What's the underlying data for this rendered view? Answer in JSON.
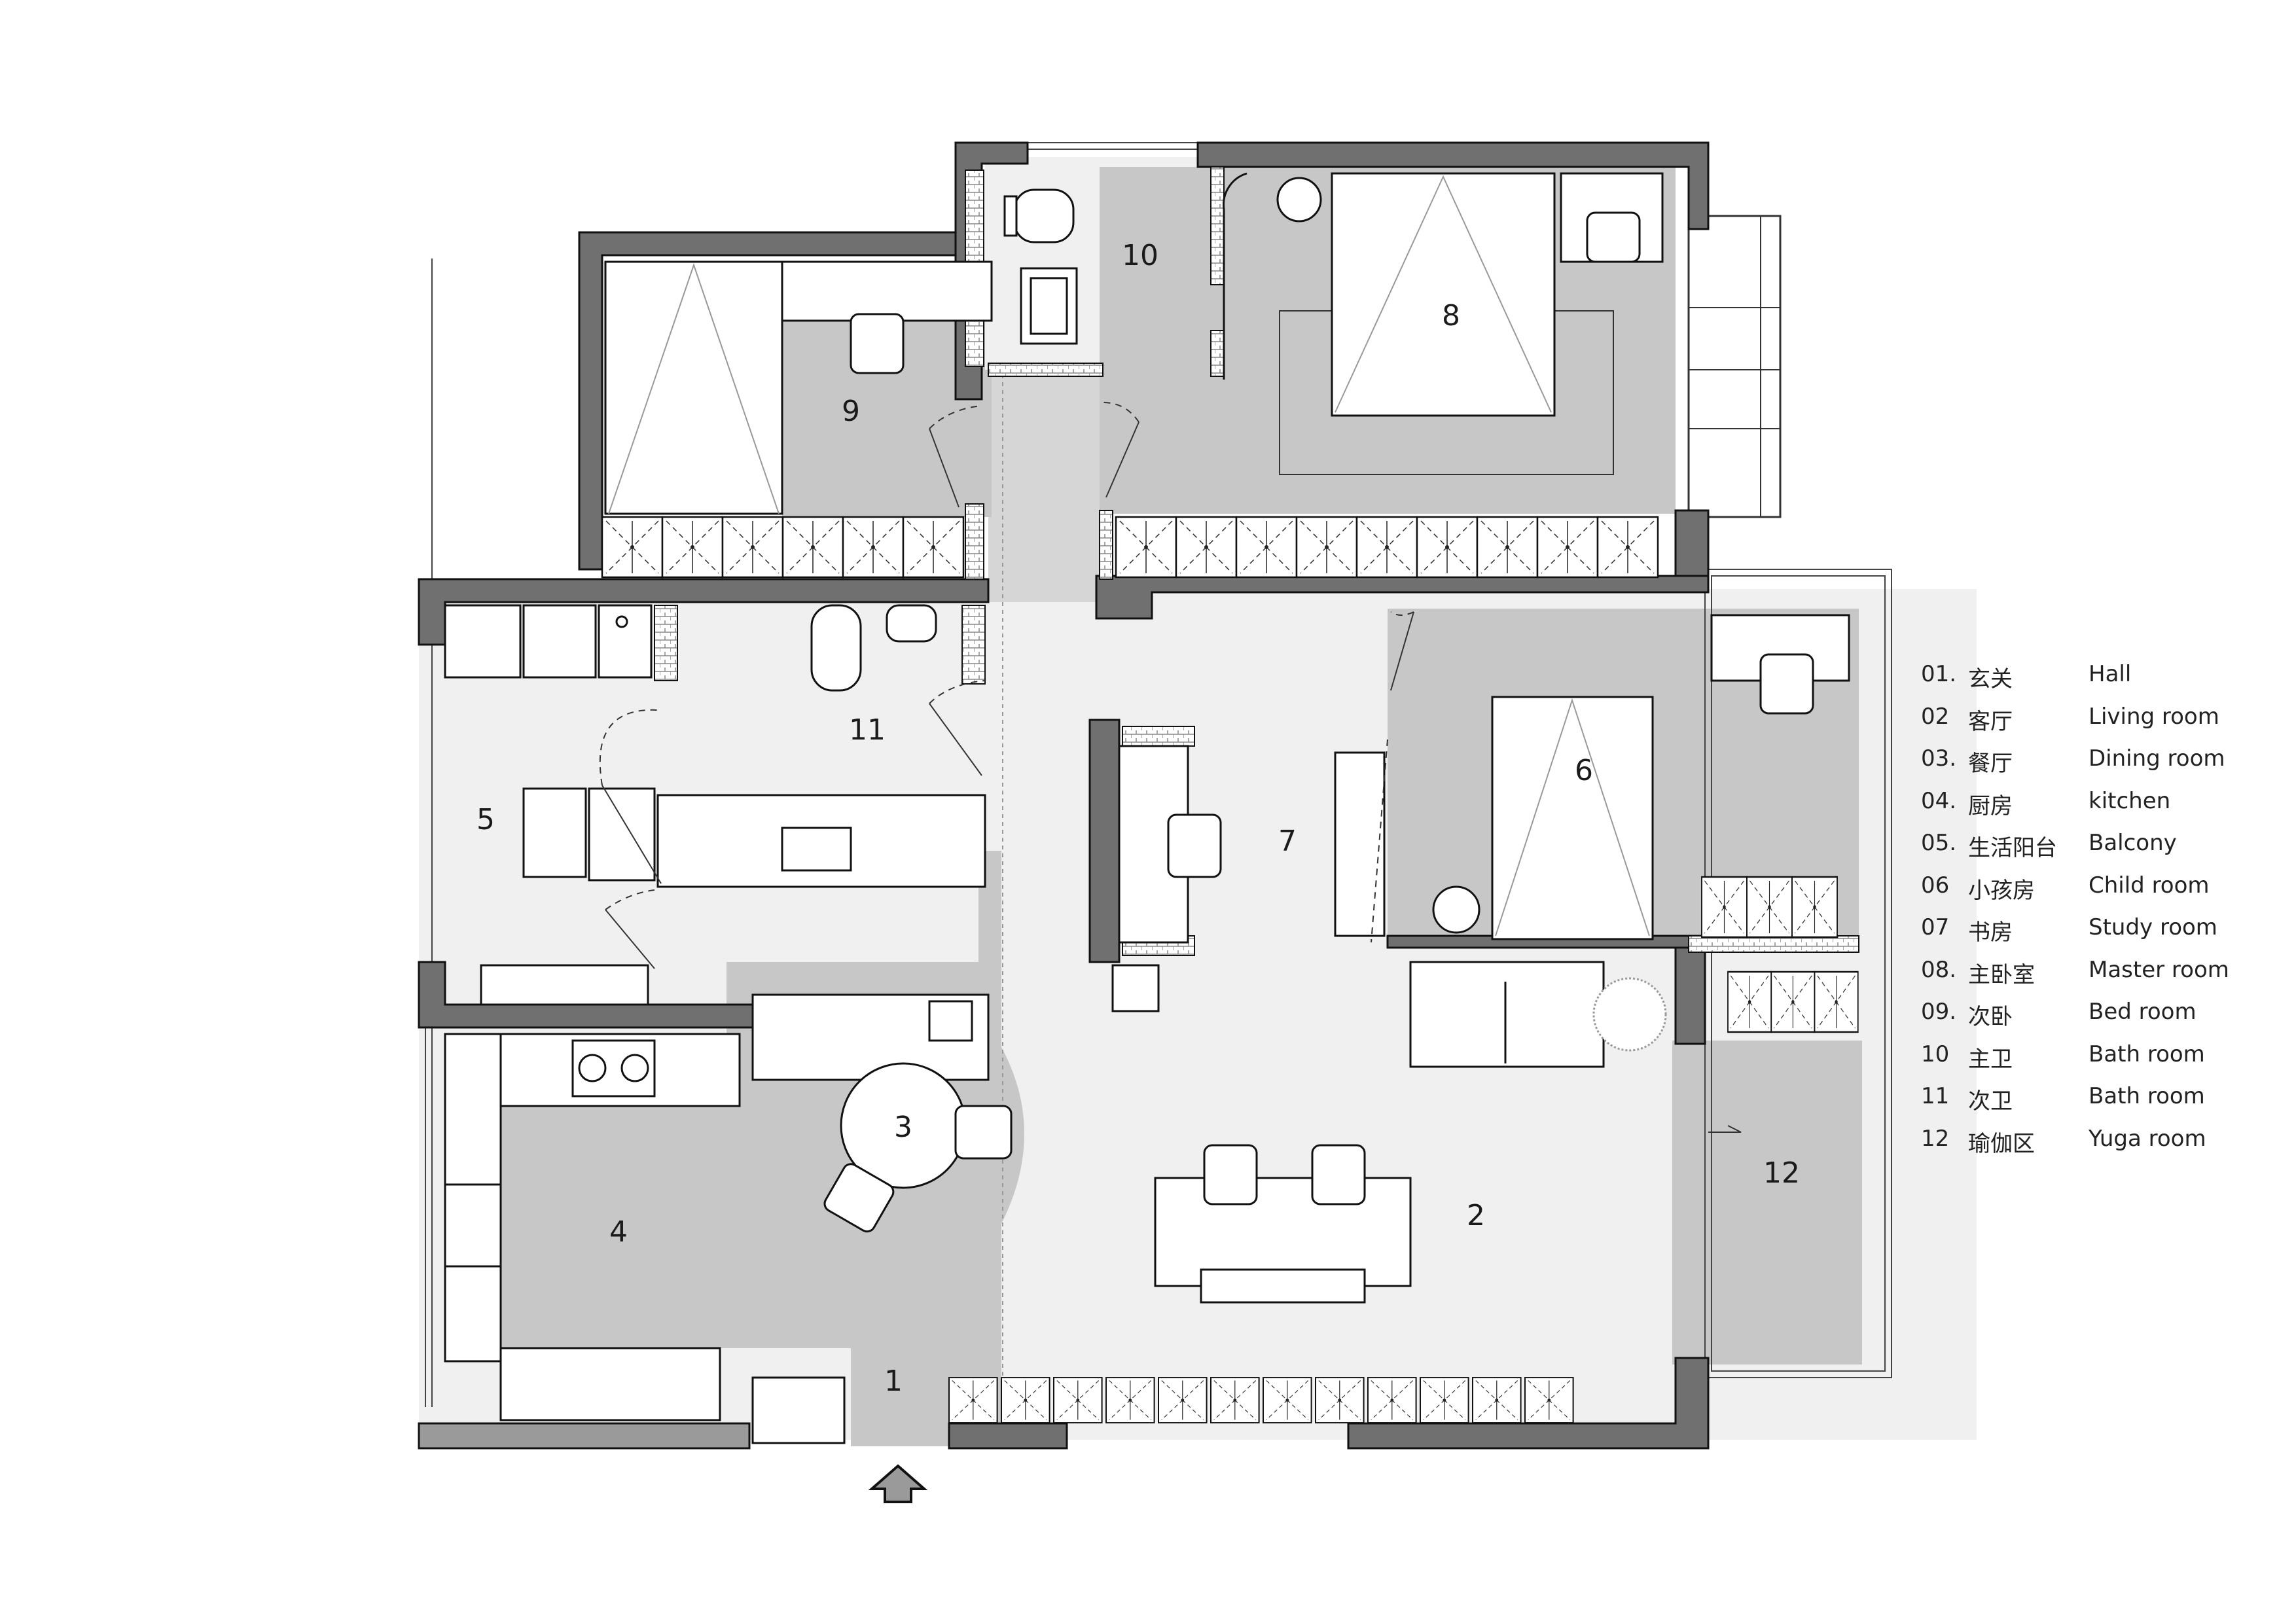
{
  "rooms": [
    {
      "num": "1"
    },
    {
      "num": "2"
    },
    {
      "num": "3"
    },
    {
      "num": "4"
    },
    {
      "num": "5"
    },
    {
      "num": "6"
    },
    {
      "num": "7"
    },
    {
      "num": "8"
    },
    {
      "num": "9"
    },
    {
      "num": "10"
    },
    {
      "num": "11"
    },
    {
      "num": "12"
    }
  ],
  "legend": [
    {
      "num": "01.",
      "cn": "玄关",
      "en": "Hall"
    },
    {
      "num": "02",
      "cn": "客厅",
      "en": "Living room"
    },
    {
      "num": "03.",
      "cn": "餐厅",
      "en": "Dining room"
    },
    {
      "num": "04.",
      "cn": "厨房",
      "en": "kitchen"
    },
    {
      "num": "05.",
      "cn": "生活阳台",
      "en": "Balcony"
    },
    {
      "num": "06",
      "cn": "小孩房",
      "en": "Child room"
    },
    {
      "num": "07",
      "cn": "书房",
      "en": "Study room"
    },
    {
      "num": "08.",
      "cn": "主卧室",
      "en": "Master room"
    },
    {
      "num": "09.",
      "cn": "次卧",
      "en": "Bed room"
    },
    {
      "num": "10",
      "cn": "主卫",
      "en": "Bath room"
    },
    {
      "num": "11",
      "cn": "次卫",
      "en": "Bath room"
    },
    {
      "num": "12",
      "cn": "瑜伽区",
      "en": "Yuga room"
    }
  ],
  "colors": {
    "wall": "#707070",
    "floor_light": "#f1f0f0",
    "floor_mid": "#d6d6d6",
    "floor_dark": "#c7c7c7",
    "line": "#111111"
  },
  "icons": [
    "entry-arrow-icon",
    "door-swing-icon",
    "wardrobe-icon",
    "bed-icon",
    "chair-icon",
    "stove-icon",
    "toilet-icon",
    "sink-icon"
  ]
}
